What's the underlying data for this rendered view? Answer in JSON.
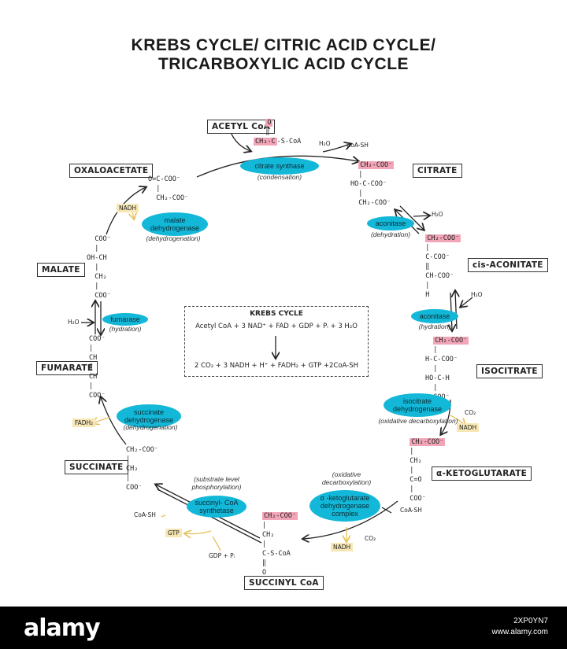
{
  "title": {
    "line1": "KREBS CYCLE/ CITRIC ACID CYCLE/",
    "line2": "TRICARBOXYLIC ACID CYCLE"
  },
  "compounds": {
    "acetyl_coa": "ACETYL CoA",
    "citrate": "CITRATE",
    "cis_aconitate": "cis-ACONITATE",
    "isocitrate": "ISOCITRATE",
    "alpha_ketoglutarate": "α-KETOGLUTARATE",
    "succinyl_coa": "SUCCINYL CoA",
    "succinate": "SUCCINATE",
    "fumarate": "FUMARATE",
    "malate": "MALATE",
    "oxaloacetate": "OXALOACETATE"
  },
  "enzymes": {
    "citrate_synthase": {
      "name": "citrate synthase",
      "process": "(condensation)"
    },
    "aconitase1": {
      "name": "aconitase",
      "process": "(dehydration)"
    },
    "aconitase2": {
      "name": "aconitase",
      "process": "(hydration)"
    },
    "isocitrate_dh": {
      "name": "isocitrate dehydrogenase",
      "process": "(oxidative decarboxylation)"
    },
    "akg_dh": {
      "name": "α -ketoglutarate dehydrogenase complex",
      "process": "(oxidative decarboxylation)"
    },
    "succinyl_coa_synthetase": {
      "name": "succinyl- CoA synthetase",
      "process": "(substrate level phosphorylation)"
    },
    "succinate_dh": {
      "name": "succinate dehydrogenase",
      "process": "(dehydrogenation)"
    },
    "fumarase": {
      "name": "fumarase",
      "process": "(hydration)"
    },
    "malate_dh": {
      "name": "malate dehydrogenase",
      "process": "(dehydrogenation)"
    }
  },
  "cofactors": {
    "h2o": "H₂O",
    "coa_sh": "CoA-SH",
    "nadh": "NADH",
    "co2": "CO₂",
    "fadh2": "FADH₂",
    "gtp": "GTP",
    "gdp_pi": "GDP + Pᵢ"
  },
  "center": {
    "title": "KREBS CYCLE",
    "reactants": "Acetyl CoA + 3 NAD⁺ + FAD + GDP + Pᵢ + 3 H₂O",
    "products": "2 CO₂ + 3 NADH + H⁺ + FADH₂ + GTP +2CoA-SH"
  },
  "watermark": {
    "logo": "alamy",
    "image_id": "2XP0YN7",
    "site": "www.alamy.com"
  },
  "colors": {
    "enzyme": "#13b8d8",
    "highlight": "#f3a5b8",
    "cofactor": "#f6e7b4",
    "arrow_yellow": "#e6c25a"
  }
}
